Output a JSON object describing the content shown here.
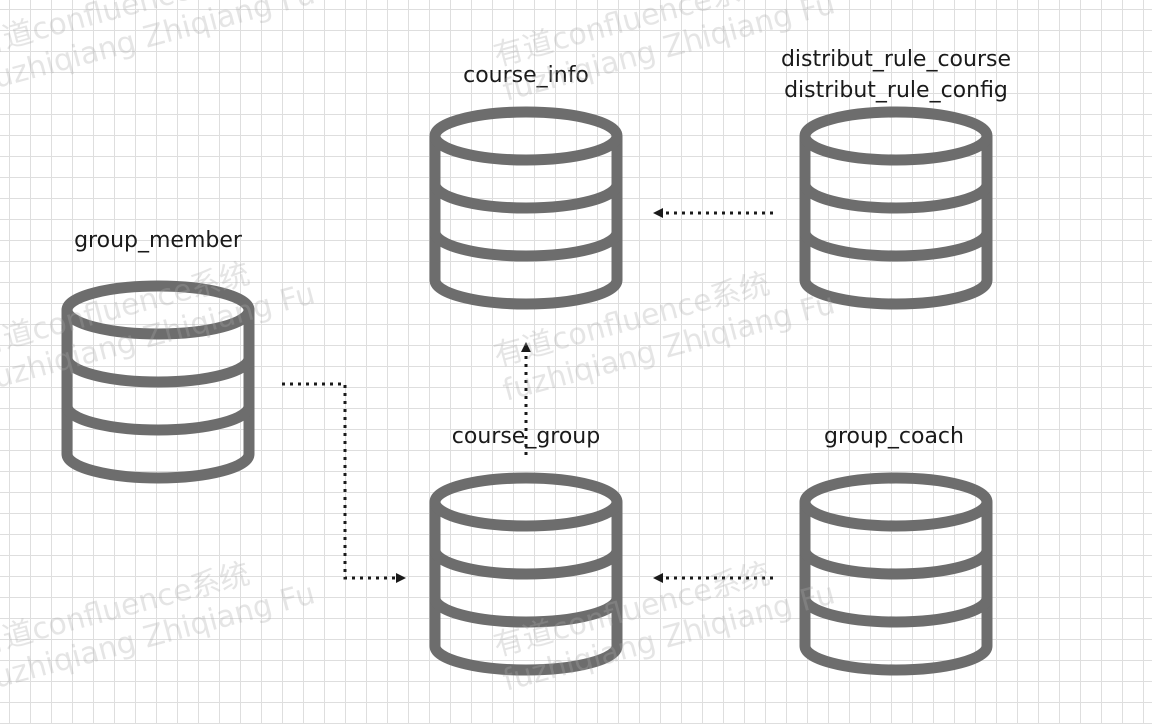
{
  "databases": [
    {
      "id": "course_info",
      "lines": [
        "course_info"
      ]
    },
    {
      "id": "distribut_rule",
      "lines": [
        "distribut_rule_course",
        "distribut_rule_config"
      ]
    },
    {
      "id": "group_member",
      "lines": [
        "group_member"
      ]
    },
    {
      "id": "course_group",
      "lines": [
        "course_group"
      ]
    },
    {
      "id": "group_coach",
      "lines": [
        "group_coach"
      ]
    }
  ],
  "connectors": [
    {
      "from": "distribut_rule",
      "to": "course_info",
      "style": "dotted",
      "arrow": "end"
    },
    {
      "from": "course_group",
      "to": "course_info",
      "style": "dotted",
      "arrow": "end"
    },
    {
      "from": "group_member",
      "to": "course_group",
      "style": "dotted",
      "arrow": "end"
    },
    {
      "from": "group_coach",
      "to": "course_group",
      "style": "dotted",
      "arrow": "end"
    }
  ],
  "watermark": {
    "line1": "有道confluence系统",
    "line2": "fuzhiqiang Zhiqiang Fu"
  },
  "colors": {
    "cylinder_stroke": "#6d6d6d",
    "connector": "#1a1a1a",
    "label": "#1a1a1a"
  }
}
